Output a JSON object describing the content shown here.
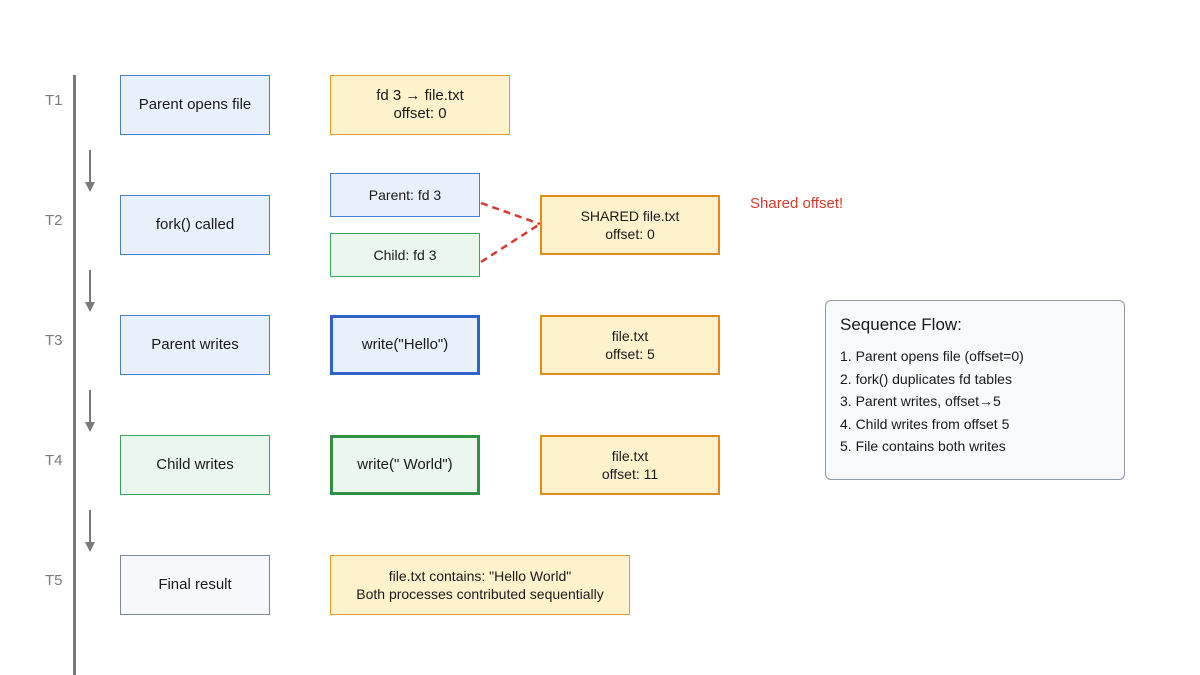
{
  "timeline": {
    "labels": [
      "T1",
      "T2",
      "T3",
      "T4",
      "T5"
    ]
  },
  "steps": {
    "t1": {
      "action": "Parent opens file",
      "fd_line1": "fd 3 → file.txt",
      "fd_line2": "offset: 0"
    },
    "t2": {
      "action": "fork() called",
      "parent_fd": "Parent: fd 3",
      "child_fd": "Child: fd 3",
      "shared_line1": "SHARED file.txt",
      "shared_line2": "offset: 0",
      "note": "Shared offset!"
    },
    "t3": {
      "action": "Parent writes",
      "call": "write(\"Hello\")",
      "file_line1": "file.txt",
      "file_line2": "offset: 5"
    },
    "t4": {
      "action": "Child writes",
      "call": "write(\" World\")",
      "file_line1": "file.txt",
      "file_line2": "offset: 11"
    },
    "t5": {
      "action": "Final result",
      "result_line1": "file.txt contains: \"Hello World\"",
      "result_line2": "Both processes contributed sequentially"
    }
  },
  "sequence": {
    "title": "Sequence Flow:",
    "items": [
      "1. Parent opens file (offset=0)",
      "2. fork() duplicates fd tables",
      "3. Parent writes, offset→5",
      "4. Child writes from offset 5",
      "5. File contains both writes"
    ]
  },
  "colors": {
    "timeline": "#7a7a7a",
    "shared_link": "#d63a2f",
    "parent": "#4a7fd0",
    "child": "#3fa35c",
    "file": "#e39a2c"
  },
  "icons": [
    "down-arrow-icon"
  ]
}
